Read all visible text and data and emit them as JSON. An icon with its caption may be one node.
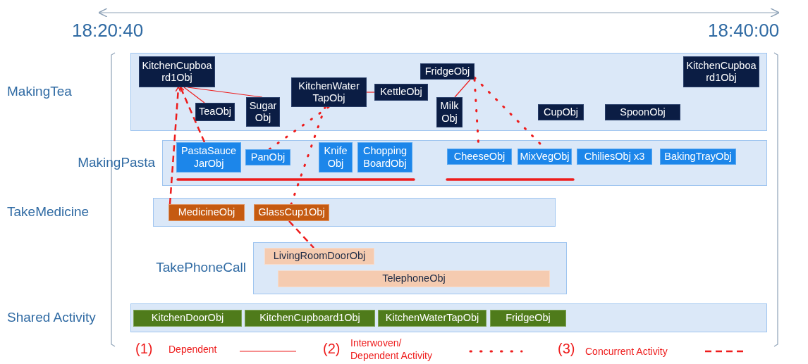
{
  "diagram": {
    "nodes": [
      {
        "text": [
          "MakingTea"
        ]
      },
      {
        "text": [
          "KitchenCupboard1Obj"
        ],
        "in": 0
      },
      {
        "text": [
          "TeaObj"
        ],
        "in": 0
      },
      {
        "text": [
          "Sugar Obj"
        ],
        "in": 0
      },
      {
        "text": [
          "KitchenWater TapObj"
        ],
        "in": 0
      },
      {
        "text": [
          "KettleObj"
        ],
        "in": 0
      },
      {
        "text": [
          "FridgeObj"
        ],
        "in": 0
      },
      {
        "text": [
          "Milk Obj"
        ],
        "in": 0
      },
      {
        "text": [
          "CupObj"
        ],
        "in": 0
      },
      {
        "text": [
          "SpoonObj"
        ],
        "in": 0
      },
      {
        "text": [
          "KitchenCupboard1Obj"
        ],
        "in": 0
      },
      {
        "text": [
          "MakingPasta"
        ]
      },
      {
        "text": [
          "PastaSauce JarObj"
        ],
        "in": 11
      },
      {
        "text": [
          "PanObj"
        ],
        "in": 11
      },
      {
        "text": [
          "Knife Obj"
        ],
        "in": 11
      },
      {
        "text": [
          "Chopping BoardObj"
        ],
        "in": 11
      },
      {
        "text": [
          "CheeseObj"
        ],
        "in": 11
      },
      {
        "text": [
          "MixVegObj"
        ],
        "in": 11
      },
      {
        "text": [
          "ChiliesObj x3"
        ],
        "in": 11
      },
      {
        "text": [
          "BakingTrayObj"
        ],
        "in": 11
      },
      {
        "text": [
          "TakeMedicine"
        ]
      },
      {
        "text": [
          "MedicineObj"
        ],
        "in": 20
      },
      {
        "text": [
          "GlassCup1Obj"
        ],
        "in": 20
      },
      {
        "text": [
          "TakePhoneCall"
        ]
      },
      {
        "text": [
          "LivingRoomDoorObj"
        ],
        "in": 23
      },
      {
        "text": [
          "TelephoneObj"
        ],
        "in": 23
      },
      {
        "text": [
          "Shared Activity"
        ]
      },
      {
        "text": [
          "KitchenDoorObj"
        ],
        "in": 26
      },
      {
        "text": [
          "KitchenCupboard1Obj"
        ],
        "in": 26
      },
      {
        "text": [
          "KitchenWaterTapObj"
        ],
        "in": 26
      },
      {
        "text": [
          "FridgeObj"
        ],
        "in": 26
      }
    ],
    "edges": [
      {
        "from": 1,
        "to": 2,
        "arrow": "none"
      },
      {
        "from": 1,
        "to": 3,
        "arrow": "none"
      },
      {
        "from": 4,
        "to": 5,
        "arrow": "none"
      },
      {
        "from": 6,
        "to": 7,
        "arrow": "none"
      },
      {
        "from": 4,
        "to": 13,
        "arrow": "none",
        "style": "dashed"
      },
      {
        "from": 4,
        "to": 22,
        "arrow": "none",
        "style": "dashed"
      },
      {
        "from": 6,
        "to": 16,
        "arrow": "none",
        "style": "dashed"
      },
      {
        "from": 6,
        "to": 17,
        "arrow": "none",
        "style": "dashed"
      },
      {
        "from": 21,
        "to": 1,
        "arrow": "to",
        "style": "dashed"
      },
      {
        "from": 12,
        "to": 1,
        "arrow": "to",
        "style": "dashed"
      },
      {
        "from": 22,
        "to": 24,
        "arrow": "none",
        "style": "dashed"
      }
    ],
    "labels": [
      "18:20:40",
      "18:40:00",
      "(1)",
      "(2)",
      "(3)"
    ],
    "legend": [
      {
        "text": "Dependent"
      },
      {
        "text": "Interwoven/ Dependent Activity"
      },
      {
        "text": "Concurrent Activity"
      }
    ]
  }
}
